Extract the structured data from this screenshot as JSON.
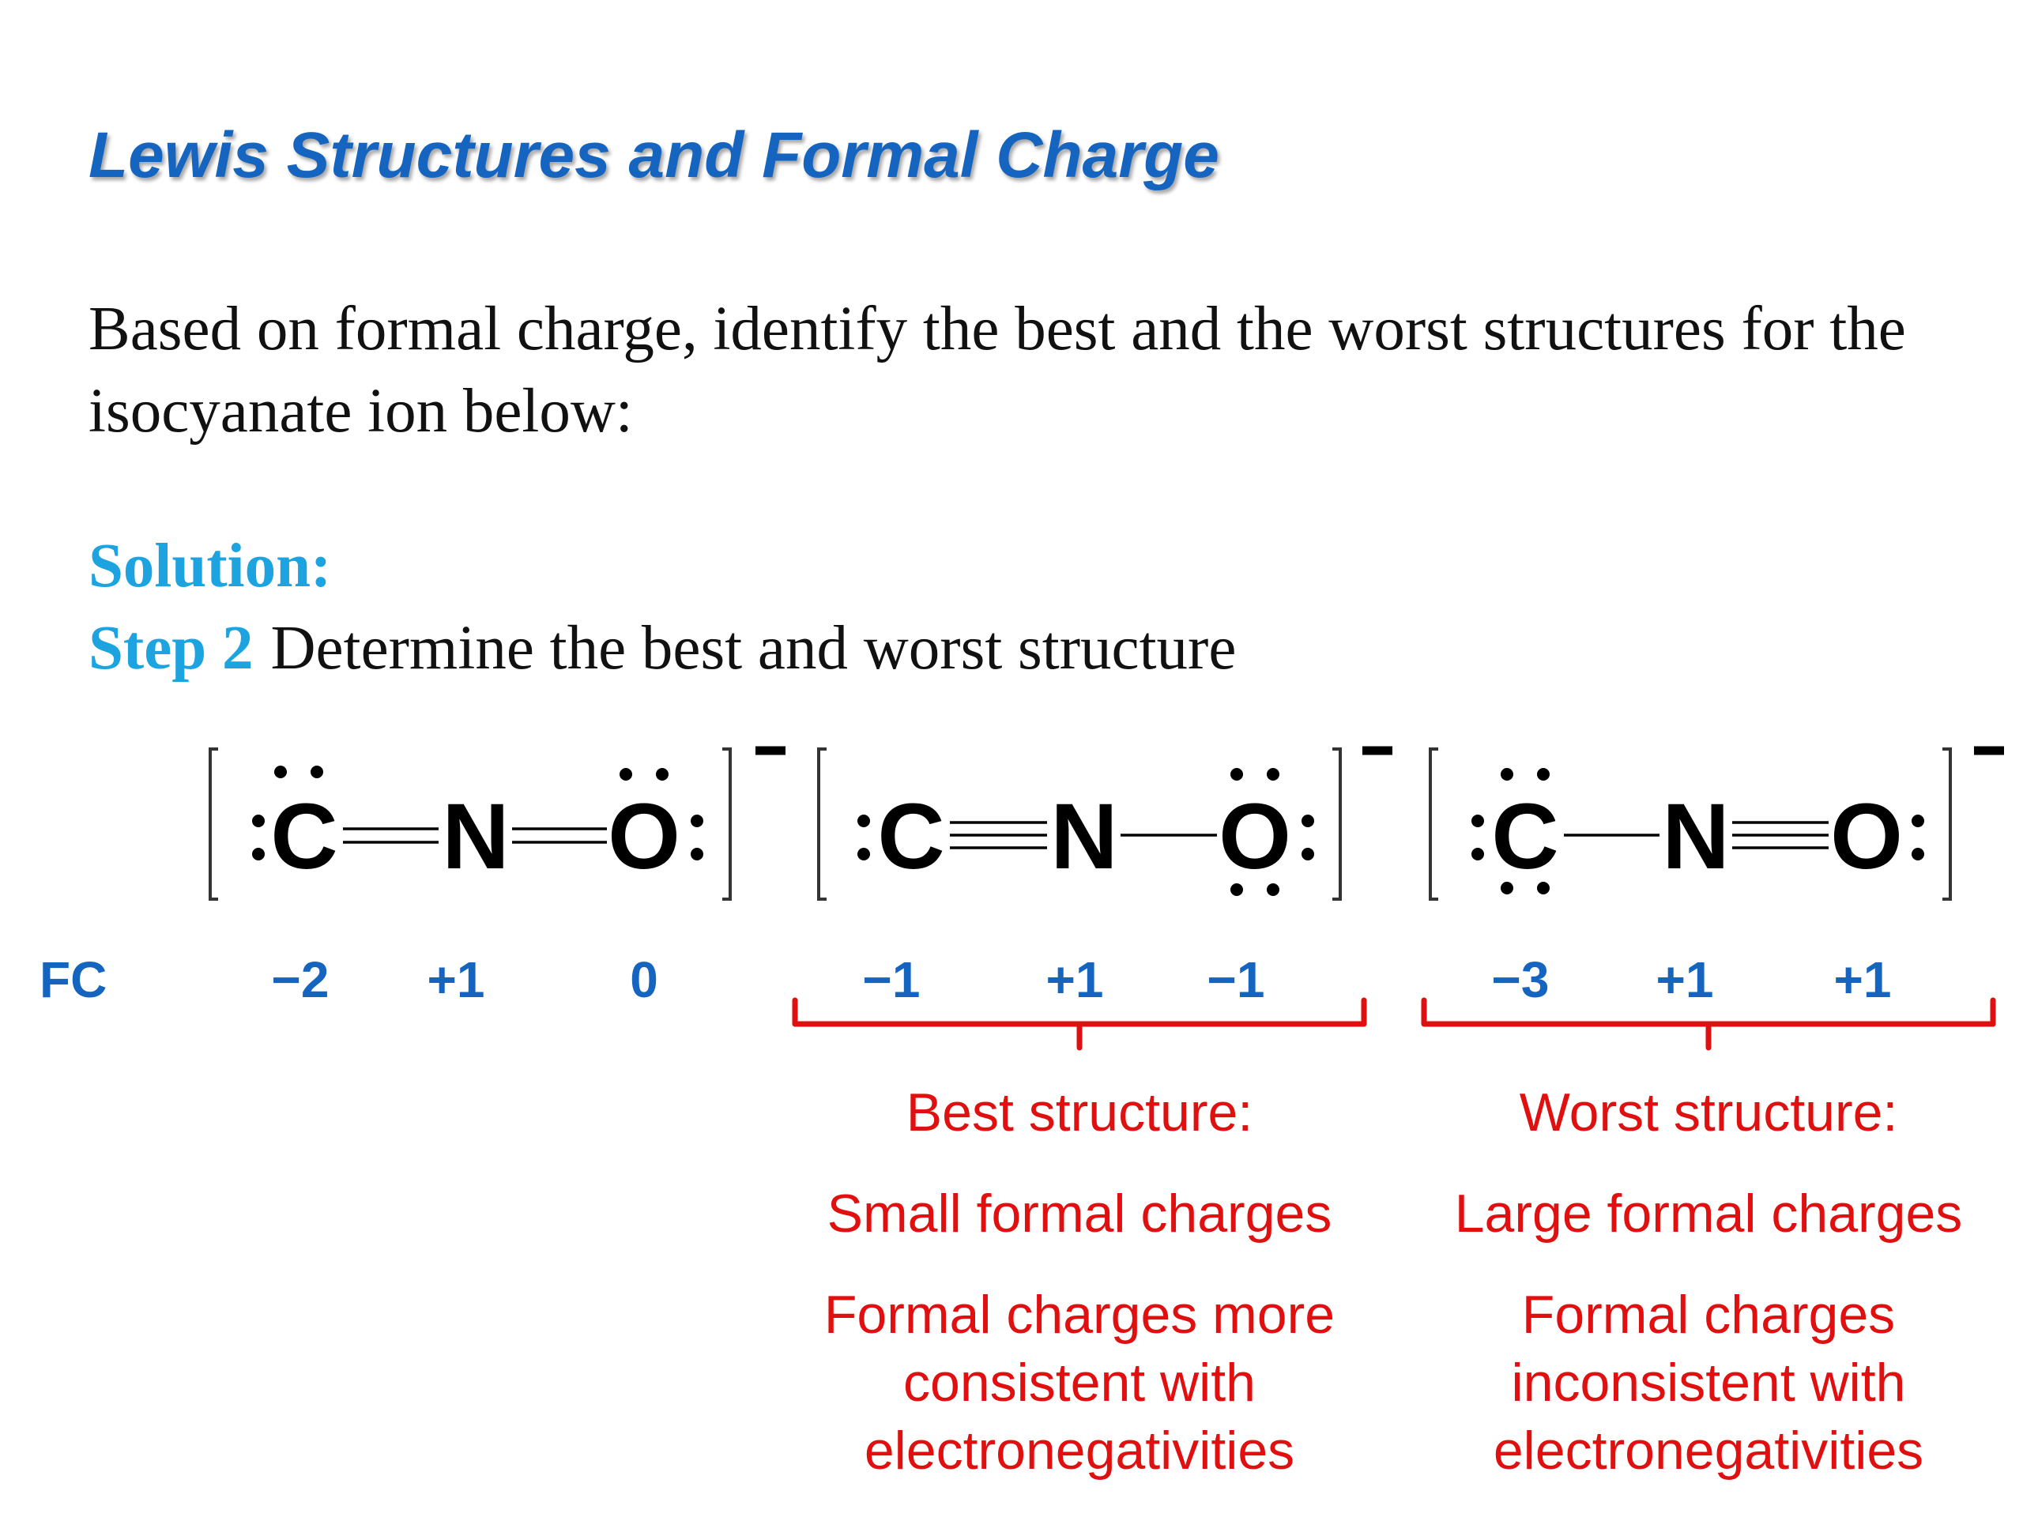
{
  "title": "Lewis Structures and Formal Charge",
  "question": "Based on formal charge, identify the best and the worst structures for the isocyanate ion below:",
  "solution_label": "Solution:",
  "step_label": "Step 2",
  "step_text": "Determine the best and worst structure",
  "fc_label": "FC",
  "ion_charge": "−",
  "structures": [
    {
      "atoms": [
        "C",
        "N",
        "O"
      ],
      "bonds": [
        2,
        2
      ],
      "formal_charges": [
        "−2",
        "+1",
        "0"
      ]
    },
    {
      "atoms": [
        "C",
        "N",
        "O"
      ],
      "bonds": [
        3,
        1
      ],
      "formal_charges": [
        "−1",
        "+1",
        "−1"
      ]
    },
    {
      "atoms": [
        "C",
        "N",
        "O"
      ],
      "bonds": [
        1,
        3
      ],
      "formal_charges": [
        "−3",
        "+1",
        "+1"
      ]
    }
  ],
  "best": {
    "heading": "Best structure:",
    "point1": "Small formal charges",
    "point2": "Formal charges more consistent with electronegativities"
  },
  "worst": {
    "heading": "Worst structure:",
    "point1": "Large formal charges",
    "point2": "Formal charges inconsistent with electronegativities"
  }
}
